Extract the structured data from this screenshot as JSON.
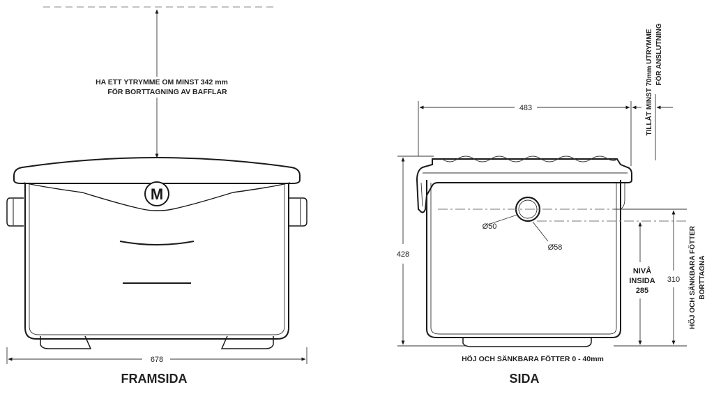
{
  "front": {
    "clearance_note_line1": "HA ETT YTRYMME OM MINST 342 mm",
    "clearance_note_line2": "FÖR BORTTAGNING AV BAFFLAR",
    "width_dim": "678",
    "view_title": "FRAMSIDA",
    "logo_letter": "M"
  },
  "side": {
    "width_dim": "483",
    "height_dim": "428",
    "inlet_dim": "Ø50",
    "outlet_dim": "Ø58",
    "level_label_line1": "NIVÅ",
    "level_label_line2": "INSIDA",
    "level_value": "285",
    "outlet_height_dim": "310",
    "rear_note_line1": "TILLÅT MINST 70mm UTRYMME",
    "rear_note_line2": "FÖR ANSLUTNING",
    "feet_side_note_line1": "HÖJ OCH SÄNKBARA FÖTTER",
    "feet_side_note_line2": "BORTTAGNA",
    "feet_note": "HÖJ OCH SÄNKBARA FÖTTER 0 - 40mm",
    "view_title": "SIDA"
  }
}
